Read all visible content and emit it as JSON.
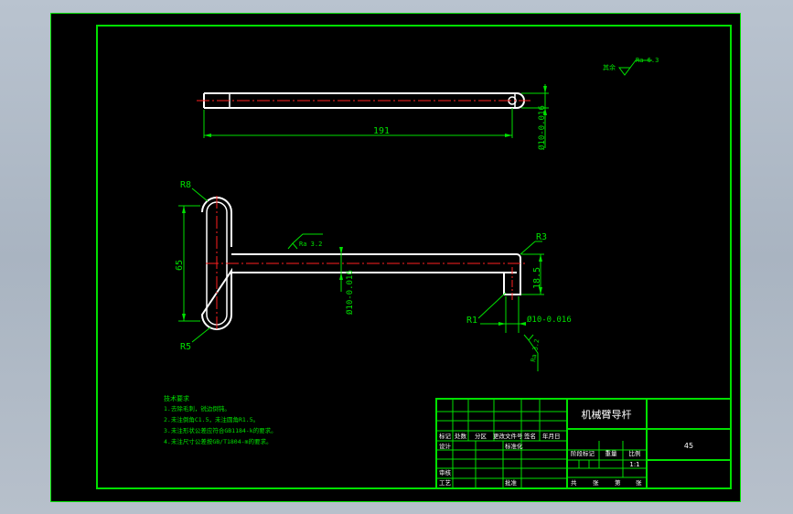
{
  "title_block": {
    "part_name": "机械臂导杆",
    "material": "45",
    "scale": "1:1",
    "row_marks": "标记",
    "row_count": "处数",
    "row_zone": "分区",
    "row_docno": "更改文件号",
    "row_sign": "签名",
    "row_date": "年月日",
    "designer": "设计",
    "standardization": "标准化",
    "stage_mark": "阶段标记",
    "weight": "重量",
    "ratio": "比例",
    "check": "审核",
    "process": "工艺",
    "approve": "批准",
    "total": "共",
    "sheets": "张",
    "sheet_no": "第",
    "sheet_unit": "张"
  },
  "tech_notes": {
    "heading": "技术要求",
    "items": [
      "1.去除毛刺，锐边倒钝。",
      "2.未注倒角C1.5，未注圆角R1.5。",
      "3.未注形状公差应符合GB1184-k的要求。",
      "4.未注尺寸公差按GB/T1804-m的要求。"
    ]
  },
  "dimensions": {
    "length": "191",
    "diameter_top": "Ø10-0.016",
    "r8": "R8",
    "r5": "R5",
    "d65": "65",
    "r3": "R3",
    "r1": "R1",
    "h185": "18.5",
    "dia_shaft": "Ø10-0.016",
    "dia_end": "Ø10-0.016"
  },
  "surface_finish": {
    "other": "其余",
    "top_right": "Ra 6.3",
    "shaft": "Ra 3.2",
    "end": "Ra 3.2"
  },
  "colors": {
    "frame": "#00e000",
    "outline": "#ffffff",
    "centerline": "#ff2020",
    "background": "#000000"
  }
}
